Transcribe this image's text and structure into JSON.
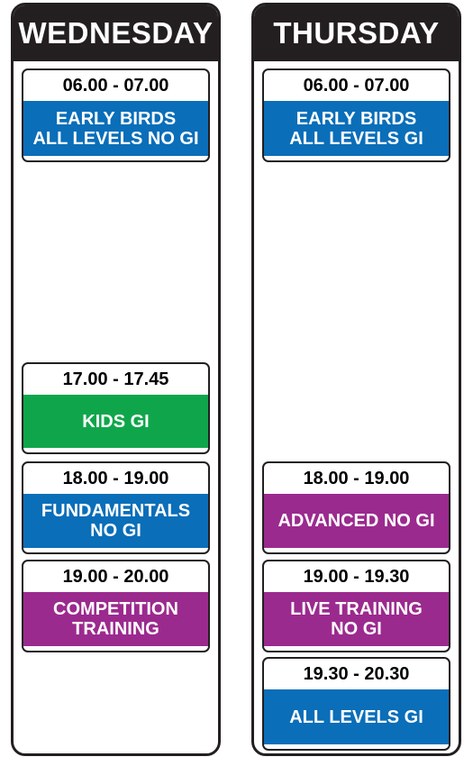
{
  "colors": {
    "blue": "#0a6eb9",
    "green": "#0fa64b",
    "purple": "#9b2a8e",
    "header": "#231f20"
  },
  "wednesday": {
    "title": "WEDNESDAY",
    "classes": [
      {
        "time": "06.00 - 07.00",
        "name": "EARLY BIRDS\nALL LEVELS NO GI",
        "color": "#0a6eb9"
      },
      {
        "time": "17.00 - 17.45",
        "name": "KIDS GI",
        "color": "#0fa64b"
      },
      {
        "time": "18.00 - 19.00",
        "name": "FUNDAMENTALS\nNO GI",
        "color": "#0a6eb9"
      },
      {
        "time": "19.00 - 20.00",
        "name": "COMPETITION\nTRAINING",
        "color": "#9b2a8e"
      }
    ]
  },
  "thursday": {
    "title": "THURSDAY",
    "classes": [
      {
        "time": "06.00 - 07.00",
        "name": "EARLY BIRDS\nALL LEVELS GI",
        "color": "#0a6eb9"
      },
      {
        "time": "18.00 - 19.00",
        "name": "ADVANCED NO GI",
        "color": "#9b2a8e"
      },
      {
        "time": "19.00 - 19.30",
        "name": "LIVE TRAINING\nNO GI",
        "color": "#9b2a8e"
      },
      {
        "time": "19.30 - 20.30",
        "name": "ALL LEVELS GI",
        "color": "#0a6eb9"
      }
    ]
  }
}
